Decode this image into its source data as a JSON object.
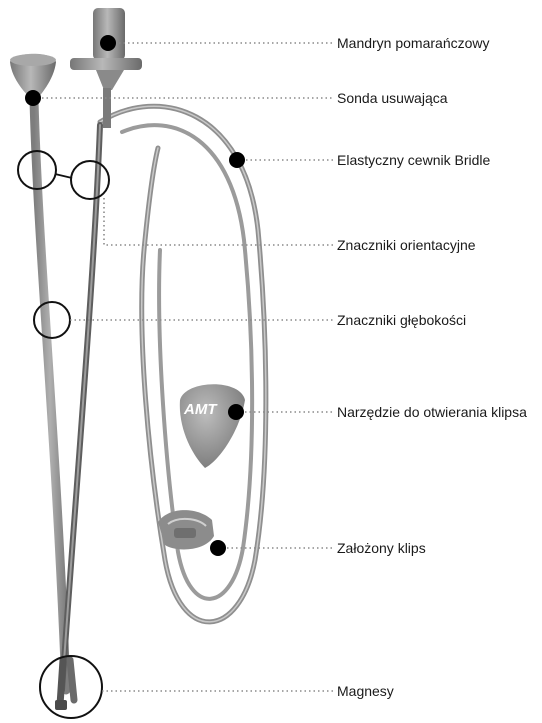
{
  "labels": {
    "mandryn": "Mandryn pomarańczowy",
    "sonda": "Sonda usuwająca",
    "cewnik": "Elastyczny cewnik Bridle",
    "orientacyjne": "Znaczniki orientacyjne",
    "glebokosci": "Znaczniki głębokości",
    "narzedzie": "Narzędzie do otwierania klipsa",
    "klips": "Założony klips",
    "magnesy": "Magnesy"
  },
  "tool_logo_text": "AMT",
  "colors": {
    "device": "#9a9a9a",
    "device_dark": "#6e6e6e",
    "device_light": "#c4c4c4",
    "leader": "#8a8a8a",
    "marker": "#000000"
  }
}
